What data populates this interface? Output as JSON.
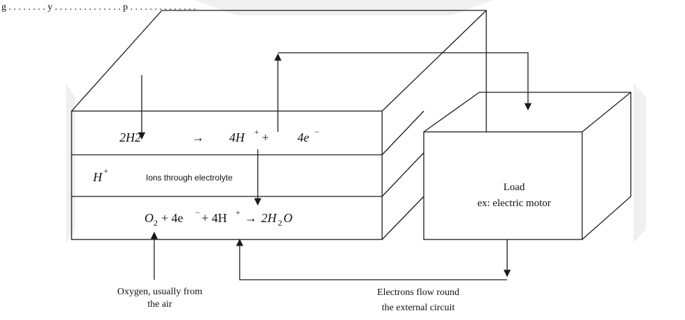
{
  "header": {
    "fragment": "g . . . . . . . . y . . . . . . . . . . . . . . p . . . . . . . . . . . . . ."
  },
  "cell": {
    "layer_top": {
      "reactant": "2H2",
      "arrow": "→",
      "product_ion": "4H",
      "product_ion_sup": "+",
      "plus": "+",
      "electrons": "4e",
      "electrons_sup": "−"
    },
    "layer_middle": {
      "ion": "H",
      "ion_sup": "+",
      "label": "Ions through electrolyte"
    },
    "layer_bottom": {
      "o2": "O",
      "o2_sub": "2",
      "plus1": "+ 4e",
      "e_sup": "−",
      "plus2": "+ 4H",
      "h_sup": "+",
      "arrow": "→",
      "water": "2H",
      "water_sub": "2",
      "water_o": "O"
    }
  },
  "load": {
    "title": "Load",
    "subtitle": "ex: electric motor"
  },
  "captions": {
    "oxygen_line1": "Oxygen, usually from",
    "oxygen_line2": "the air",
    "electrons_line1": "Electrons flow round",
    "electrons_line2": "the external circuit"
  },
  "colors": {
    "line": "#1a1a1a",
    "watermark": "#ececec"
  }
}
